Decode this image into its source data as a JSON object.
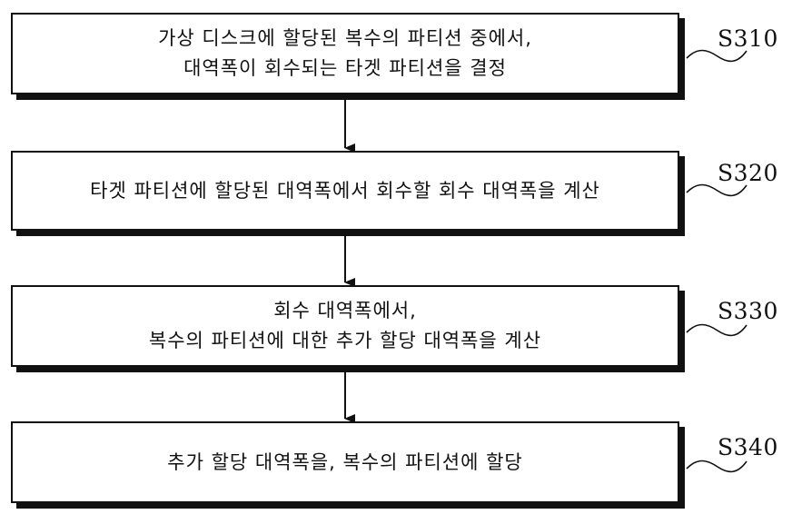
{
  "flowchart": {
    "steps": [
      {
        "label": "S310",
        "text": "가상 디스크에 할당된 복수의 파티션 중에서,\n대역폭이 회수되는 타겟 파티션을 결정"
      },
      {
        "label": "S320",
        "text": "타겟 파티션에 할당된 대역폭에서 회수할 회수 대역폭을 계산"
      },
      {
        "label": "S330",
        "text": "회수 대역폭에서,\n복수의 파티션에 대한 추가 할당 대역폭을 계산"
      },
      {
        "label": "S340",
        "text": "추가 할당 대역폭을, 복수의 파티션에 할당"
      }
    ]
  }
}
